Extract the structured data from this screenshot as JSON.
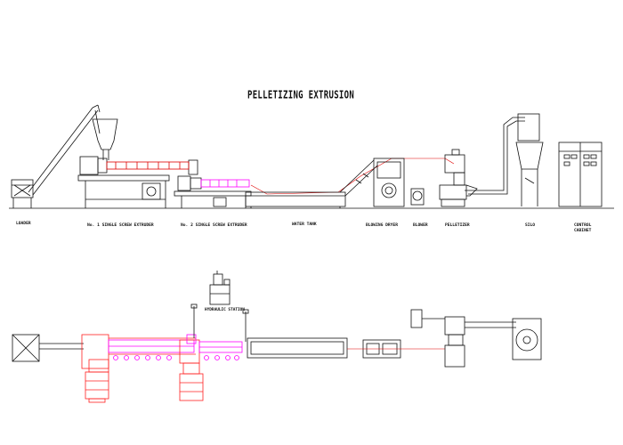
{
  "title": "PELLETIZING EXTRUSION",
  "labels": {
    "loader": "LOADER",
    "extruder1": "No. 1 SINGLE SCREW EXTRUDER",
    "extruder2": "No. 2 SINGLE SCREW EXTRUDER",
    "water_tank": "WATER TANK",
    "blowing_dryer": "BLOWING DRYER",
    "blower": "BLOWER",
    "pelletizer": "PELLETIZER",
    "silo": "SILO",
    "control_cabinet_l1": "CONTROL",
    "control_cabinet_l2": "CABINET",
    "hydraulic_station": "HYDRAULIC STATION"
  },
  "colors": {
    "line": "#111111",
    "motor": "#ff2020",
    "barrel": "#ff00ff",
    "feed": "#e00000"
  }
}
